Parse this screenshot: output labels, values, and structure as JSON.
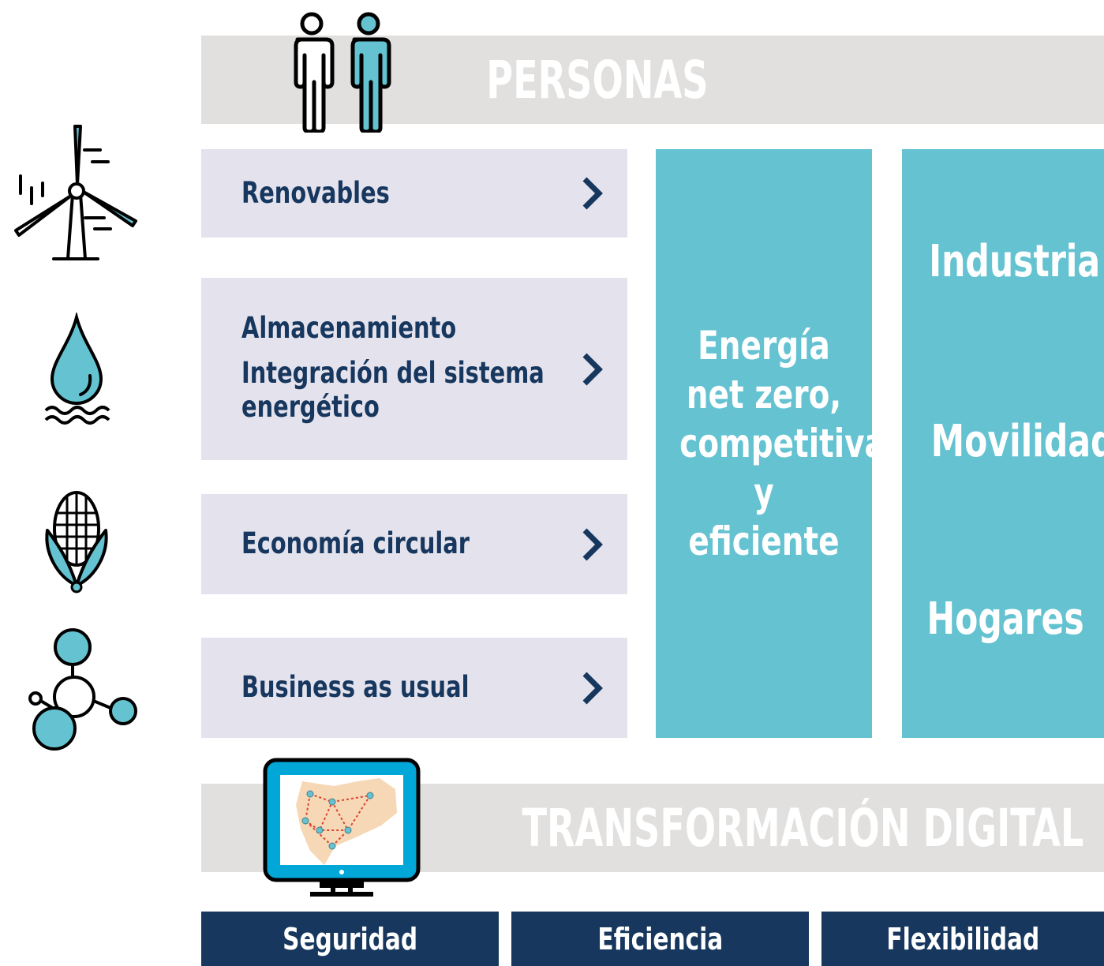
{
  "header": {
    "title": "PERSONAS"
  },
  "pathways": [
    {
      "lines": [
        "Renovables"
      ]
    },
    {
      "lines": [
        "Almacenamiento",
        "Integración del sistema",
        "energético"
      ]
    },
    {
      "lines": [
        "Economía circular"
      ]
    },
    {
      "lines": [
        "Business as usual"
      ]
    }
  ],
  "goal": {
    "lines": [
      "Energía",
      "net zero,",
      "competitiva",
      "y eficiente"
    ]
  },
  "sectors": [
    "Industria",
    "Movilidad",
    "Hogares"
  ],
  "digital": {
    "title": "TRANSFORMACIÓN DIGITAL"
  },
  "pillars": [
    "Seguridad",
    "Eficiencia",
    "Flexibilidad"
  ],
  "icons": [
    "people-icon",
    "wind-turbine-icon",
    "water-drop-icon",
    "corn-icon",
    "molecule-icon",
    "monitor-map-icon"
  ],
  "colors": {
    "navy": "#17375e",
    "teal": "#64c2d1",
    "band": "#e1e0de",
    "row": "#e4e3ed"
  }
}
